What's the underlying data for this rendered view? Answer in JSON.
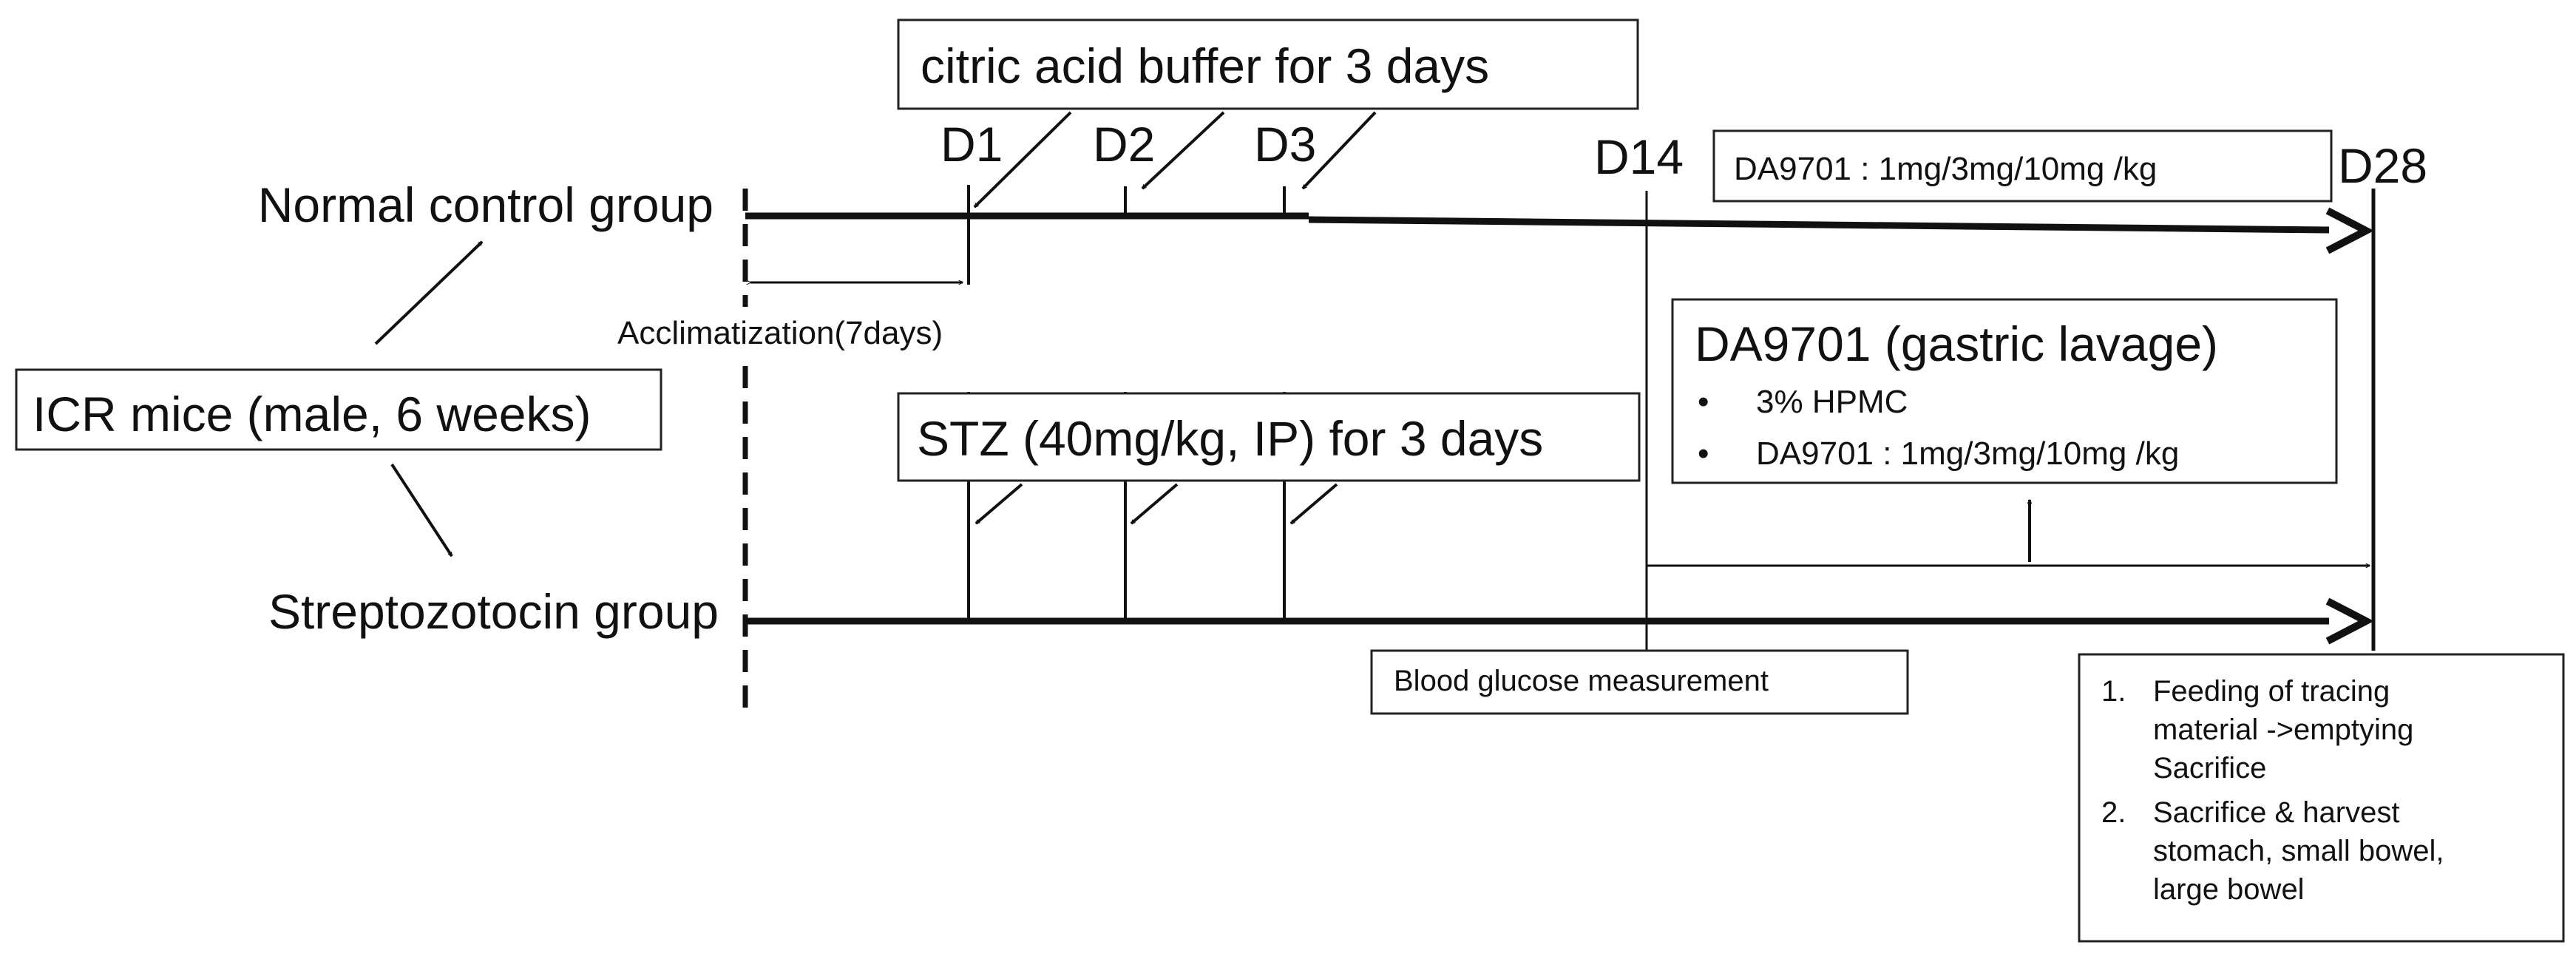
{
  "groups": {
    "normal": "Normal control group",
    "stz": "Streptozotocin group",
    "origin": "ICR mice (male, 6 weeks)"
  },
  "acclimatization": "Acclimatization(7days)",
  "citric_box": "citric acid buffer for 3 days",
  "stz_box": "STZ (40mg/kg, IP) for 3 days",
  "days": {
    "d1": "D1",
    "d2": "D2",
    "d3": "D3",
    "d14": "D14",
    "d28": "D28"
  },
  "normal_dose_box": "DA9701 : 1mg/3mg/10mg /kg",
  "lavage_box": {
    "title": "DA9701 (gastric lavage)",
    "bullets": [
      "3% HPMC",
      "DA9701 : 1mg/3mg/10mg /kg"
    ],
    "bullet_marker": "•"
  },
  "blood_glucose": "Blood glucose measurement",
  "endpoints": {
    "n1": "1.",
    "n2": "2.",
    "item1_lines": [
      "Feeding of tracing",
      "material ->emptying",
      "Sacrifice"
    ],
    "item2_lines": [
      "Sacrifice & harvest",
      "stomach, small bowel,",
      "large bowel"
    ]
  }
}
